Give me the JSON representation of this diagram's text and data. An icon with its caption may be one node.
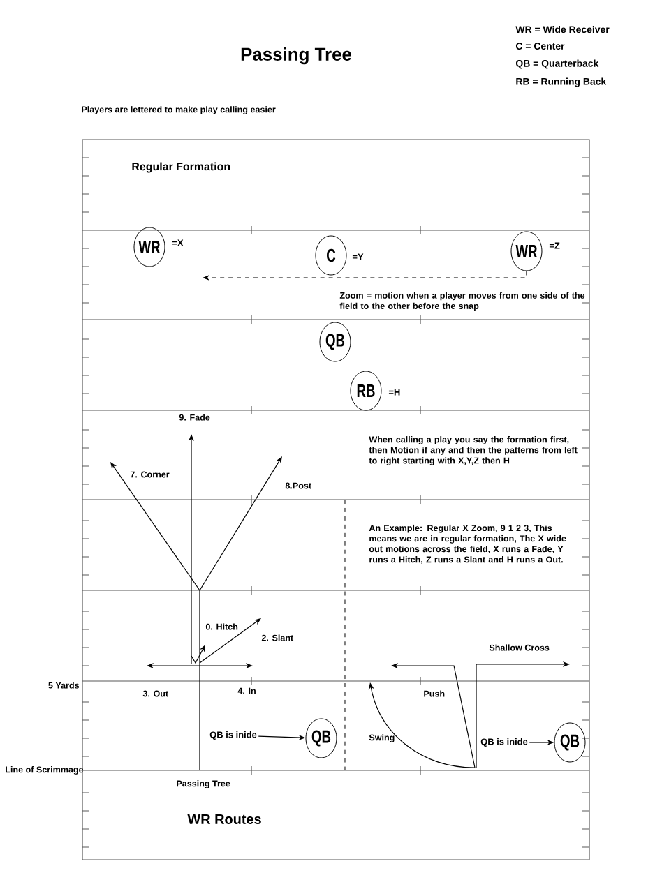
{
  "diagram": {
    "title": "Passing Tree",
    "nodes": [
      {
        "text": [
          "WR"
        ],
        "beside": [
          "=X"
        ]
      },
      {
        "text": [
          "C"
        ],
        "beside": [
          "=Y"
        ]
      },
      {
        "text": [
          "WR"
        ],
        "beside": [
          "=Z"
        ]
      },
      {
        "text": [
          "QB"
        ]
      },
      {
        "text": [
          "RB"
        ],
        "beside": [
          "=H"
        ]
      },
      {
        "text": [
          "QB is inide"
        ]
      },
      {
        "text": [
          "QB"
        ]
      },
      {
        "text": [
          "QB is inide"
        ]
      },
      {
        "text": [
          "QB"
        ]
      }
    ],
    "edges": [
      {
        "from": 2,
        "to": null,
        "arrow": "to",
        "style": "dashed"
      },
      {
        "from": 5,
        "to": 6,
        "arrow": "to"
      },
      {
        "from": 7,
        "to": 8,
        "arrow": "to"
      }
    ],
    "labels": [
      "WR = Wide Receiver",
      "C = Center",
      "QB = Quarterback",
      "RB = Running Back",
      "Players are lettered to make play calling easier",
      "Regular Formation",
      "Zoom = motion when a player moves from one side of the field to the other before the snap",
      "9. Fade",
      "When calling a play you say the formation first, then Motion if any  and then the patterns from left to right starting with X,Y,Z then H",
      "7. Corner",
      "8.Post",
      "An Example: Regular X Zoom, 9 1 2 3, This means we are in regular formation,  The X wide out motions across the field, X runs a Fade, Y runs a Hitch,  Z runs a Slant and H runs a Out.",
      "0. Hitch",
      "2. Slant",
      "Shallow Cross",
      "5 Yards",
      "3. Out",
      "4. In",
      "Push",
      "Swing",
      "Line of Scrimmage",
      "Passing Tree",
      "WR Routes"
    ]
  }
}
